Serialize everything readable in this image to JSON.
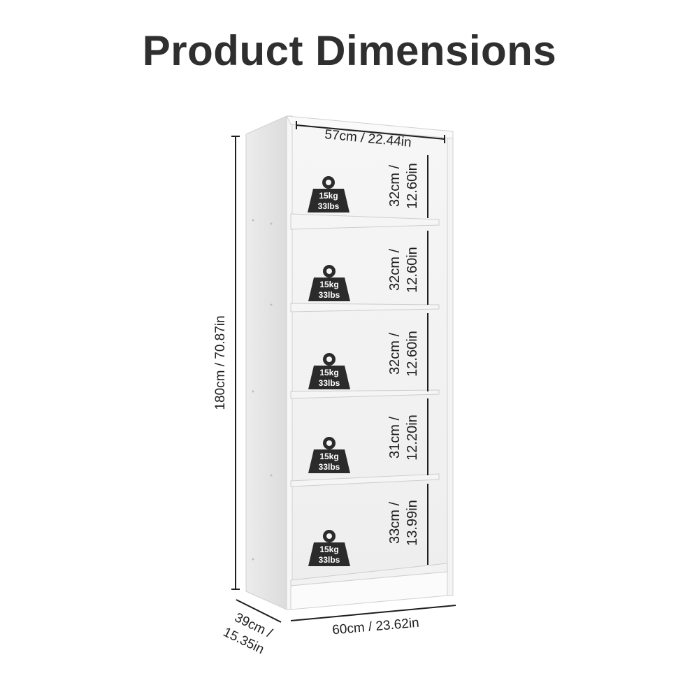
{
  "title": "Product Dimensions",
  "colors": {
    "title": "#2f2f2f",
    "panel_light": "#f3f3f3",
    "panel_side": "#e6e6e6",
    "weight_icon": "#2b2b2b",
    "dimension_line": "#1e1e1e"
  },
  "dimensions": {
    "inner_width": "57cm / 22.44in",
    "height": "180cm / 70.87in",
    "depth_line1": "39cm /",
    "depth_line2": "15.35in",
    "width": "60cm / 23.62in"
  },
  "shelves": [
    {
      "height_line1": "32cm /",
      "height_line2": "12.60in",
      "load_kg": "15kg",
      "load_lbs": "33lbs"
    },
    {
      "height_line1": "32cm /",
      "height_line2": "12.60in",
      "load_kg": "15kg",
      "load_lbs": "33lbs"
    },
    {
      "height_line1": "32cm /",
      "height_line2": "12.60in",
      "load_kg": "15kg",
      "load_lbs": "33lbs"
    },
    {
      "height_line1": "31cm /",
      "height_line2": "12.20in",
      "load_kg": "15kg",
      "load_lbs": "33lbs"
    },
    {
      "height_line1": "33cm /",
      "height_line2": "13.99in",
      "load_kg": "15kg",
      "load_lbs": "33lbs"
    }
  ],
  "weight_icon_name": "weight-icon"
}
